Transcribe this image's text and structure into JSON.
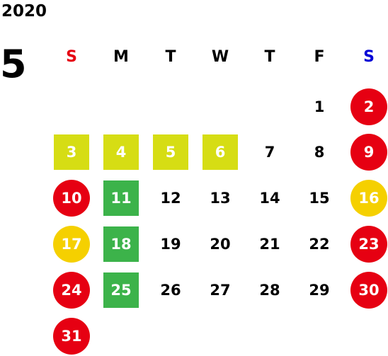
{
  "calendar": {
    "year": "2020",
    "month": "5",
    "weekdays": [
      "S",
      "M",
      "T",
      "W",
      "T",
      "F",
      "S"
    ],
    "colors": {
      "holiday_circle": "#e60012",
      "yellow_circle": "#f5d000",
      "lime_square": "#d6dd14",
      "green_square": "#3cb34a",
      "sunday_header": "#e60012",
      "saturday_header": "#0000d6"
    },
    "weeks": [
      [
        null,
        null,
        null,
        null,
        null,
        {
          "day": "1"
        },
        {
          "day": "2",
          "mark": "holiday-circle"
        }
      ],
      [
        {
          "day": "3",
          "mark": "lime-square"
        },
        {
          "day": "4",
          "mark": "lime-square"
        },
        {
          "day": "5",
          "mark": "lime-square"
        },
        {
          "day": "6",
          "mark": "lime-square"
        },
        {
          "day": "7"
        },
        {
          "day": "8"
        },
        {
          "day": "9",
          "mark": "holiday-circle"
        }
      ],
      [
        {
          "day": "10",
          "mark": "holiday-circle"
        },
        {
          "day": "11",
          "mark": "green-square"
        },
        {
          "day": "12"
        },
        {
          "day": "13"
        },
        {
          "day": "14"
        },
        {
          "day": "15"
        },
        {
          "day": "16",
          "mark": "yellow-circle"
        }
      ],
      [
        {
          "day": "17",
          "mark": "yellow-circle"
        },
        {
          "day": "18",
          "mark": "green-square"
        },
        {
          "day": "19"
        },
        {
          "day": "20"
        },
        {
          "day": "21"
        },
        {
          "day": "22"
        },
        {
          "day": "23",
          "mark": "holiday-circle"
        }
      ],
      [
        {
          "day": "24",
          "mark": "holiday-circle"
        },
        {
          "day": "25",
          "mark": "green-square"
        },
        {
          "day": "26"
        },
        {
          "day": "27"
        },
        {
          "day": "28"
        },
        {
          "day": "29"
        },
        {
          "day": "30",
          "mark": "holiday-circle"
        }
      ],
      [
        {
          "day": "31",
          "mark": "holiday-circle"
        },
        null,
        null,
        null,
        null,
        null,
        null
      ]
    ]
  }
}
